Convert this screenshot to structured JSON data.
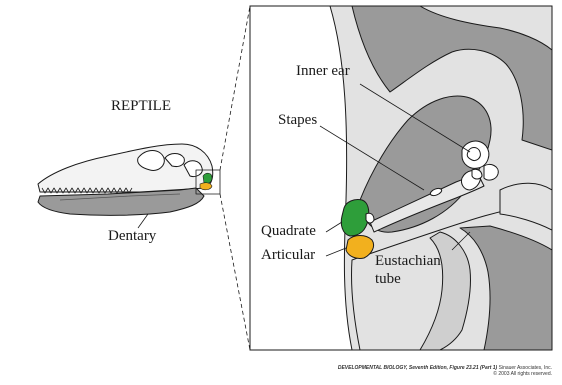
{
  "labels": {
    "reptile": "REPTILE",
    "dentary": "Dentary",
    "inner_ear": "Inner ear",
    "stapes": "Stapes",
    "quadrate": "Quadrate",
    "articular": "Articular",
    "eustachian_tube": "Eustachian\ntube"
  },
  "caption": {
    "line1_title": "DEVELOPMENTAL BIOLOGY, Seventh Edition, Figure 23.21 (Part 1)",
    "line1_publisher": "Sinauer Associates, Inc.",
    "line2": "© 2003 All rights reserved."
  },
  "colors": {
    "quadrate": "#2e9e3a",
    "articular": "#f2b01e",
    "dark_bone": "#9a9a9a",
    "light_bone": "#e0e0e0",
    "outline": "#1a1a1a"
  }
}
